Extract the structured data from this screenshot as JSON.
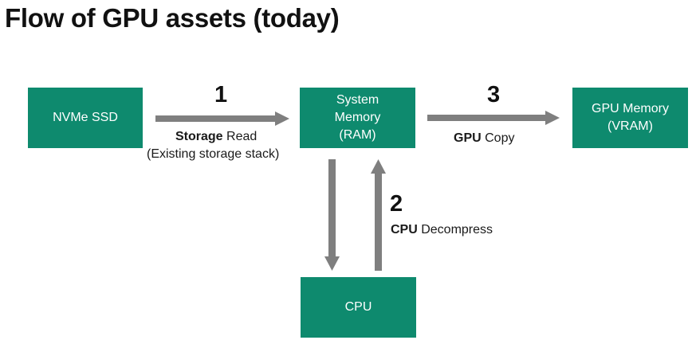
{
  "title": "Flow of GPU assets (today)",
  "boxes": {
    "ssd": [
      "NVMe SSD"
    ],
    "ram": [
      "System",
      "Memory",
      "(RAM)"
    ],
    "vram": [
      "GPU Memory",
      "(VRAM)"
    ],
    "cpu": [
      "CPU"
    ]
  },
  "steps": {
    "step1": {
      "number": "1",
      "bold": "Storage",
      "rest": " Read",
      "sub": "(Existing storage stack)"
    },
    "step2": {
      "number": "2",
      "bold": "CPU",
      "rest": " Decompress"
    },
    "step3": {
      "number": "3",
      "bold": "GPU",
      "rest": " Copy"
    }
  },
  "colors": {
    "box": "#0e8a6e",
    "arrow": "#7f7f7f",
    "text_on_box": "#ffffff"
  }
}
